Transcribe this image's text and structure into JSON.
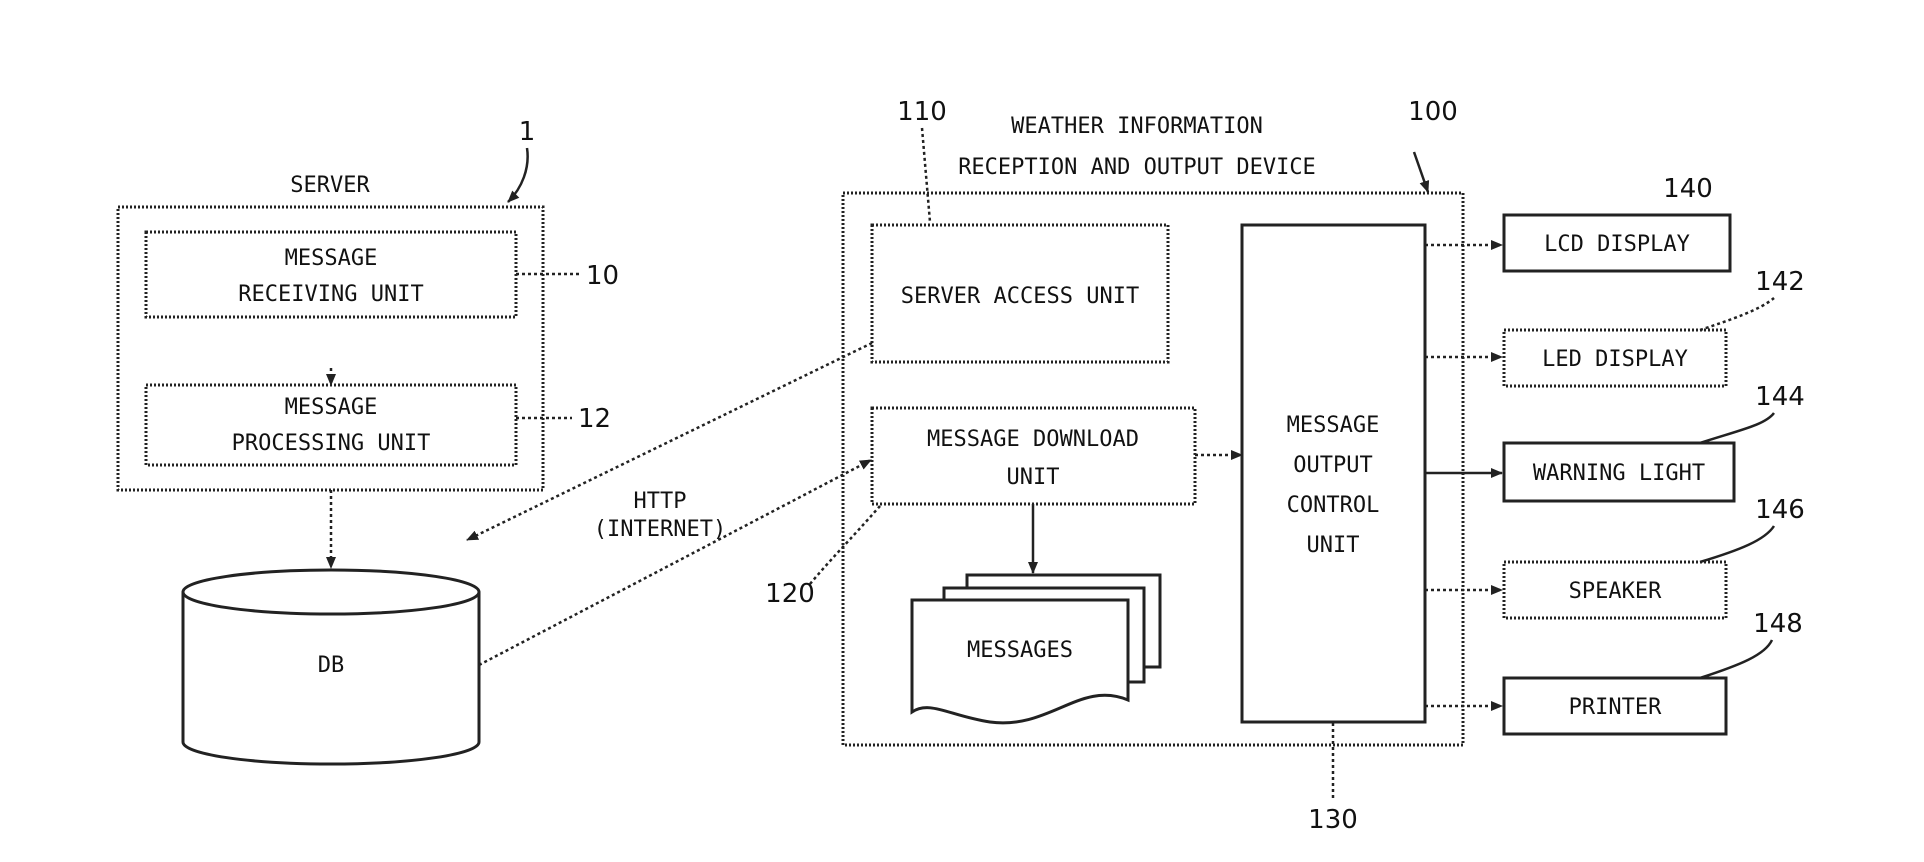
{
  "server": {
    "title": "SERVER",
    "ref": "1",
    "receiving_unit": {
      "line1": "MESSAGE",
      "line2": "RECEIVING UNIT",
      "ref": "10"
    },
    "processing_unit": {
      "line1": "MESSAGE",
      "line2": "PROCESSING UNIT",
      "ref": "12"
    },
    "db": "DB"
  },
  "link": {
    "line1": "HTTP",
    "line2": "(INTERNET)"
  },
  "device": {
    "title_line1": "WEATHER INFORMATION",
    "title_line2": "RECEPTION AND OUTPUT DEVICE",
    "ref": "100",
    "server_access_unit": {
      "label": "SERVER ACCESS UNIT",
      "ref": "110"
    },
    "download_unit": {
      "line1": "MESSAGE DOWNLOAD",
      "line2": "UNIT",
      "ref": "120"
    },
    "messages": "MESSAGES",
    "output_control_unit": {
      "line1": "MESSAGE",
      "line2": "OUTPUT",
      "line3": "CONTROL",
      "line4": "UNIT",
      "ref": "130"
    }
  },
  "outputs": [
    {
      "label": "LCD DISPLAY",
      "ref": "140"
    },
    {
      "label": "LED DISPLAY",
      "ref": "142"
    },
    {
      "label": "WARNING LIGHT",
      "ref": "144"
    },
    {
      "label": "SPEAKER",
      "ref": "146"
    },
    {
      "label": "PRINTER",
      "ref": "148"
    }
  ]
}
